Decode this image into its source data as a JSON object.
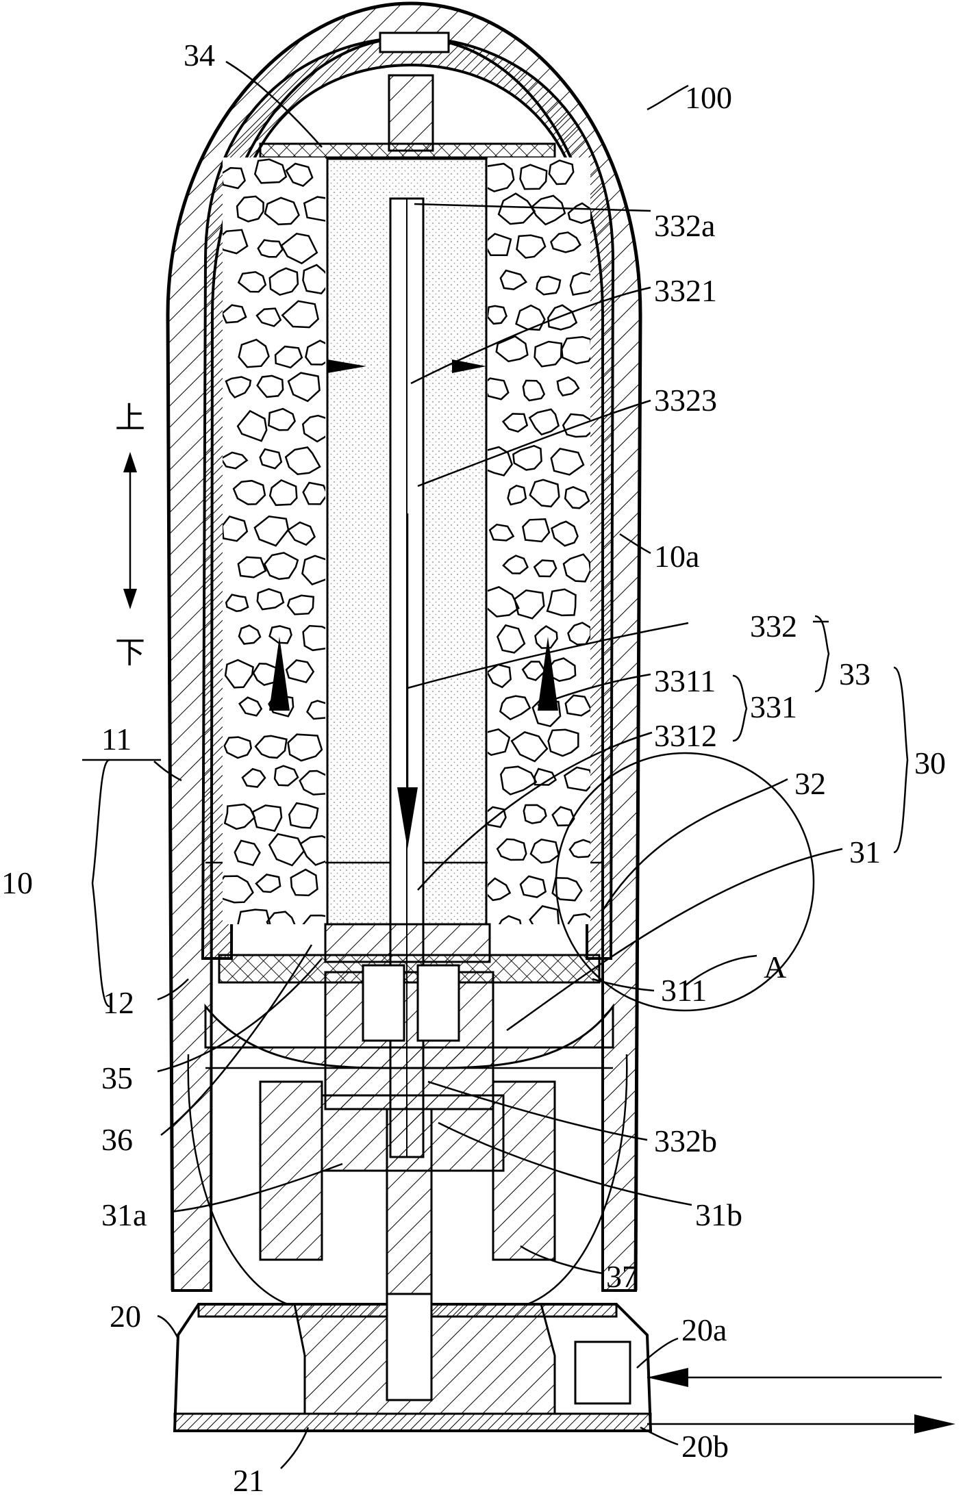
{
  "labels": {
    "l100": "100",
    "l34": "34",
    "l332a": "332a",
    "l3321": "3321",
    "l3323": "3323",
    "l10a": "10a",
    "l332": "332",
    "l33": "33",
    "l3311": "3311",
    "l331": "331",
    "l30": "30",
    "l3312": "3312",
    "l32": "32",
    "l31": "31",
    "l11": "11",
    "l10": "10",
    "lA": "A",
    "l12": "12",
    "l311": "311",
    "l35": "35",
    "l36": "36",
    "l332b": "332b",
    "l31a": "31a",
    "l31b": "31b",
    "l37": "37",
    "l20": "20",
    "l20a": "20a",
    "l20b": "20b",
    "l21": "21"
  },
  "direction": {
    "up": "上",
    "down": "下"
  },
  "colors": {
    "ink": "#000000",
    "paper": "#ffffff"
  }
}
